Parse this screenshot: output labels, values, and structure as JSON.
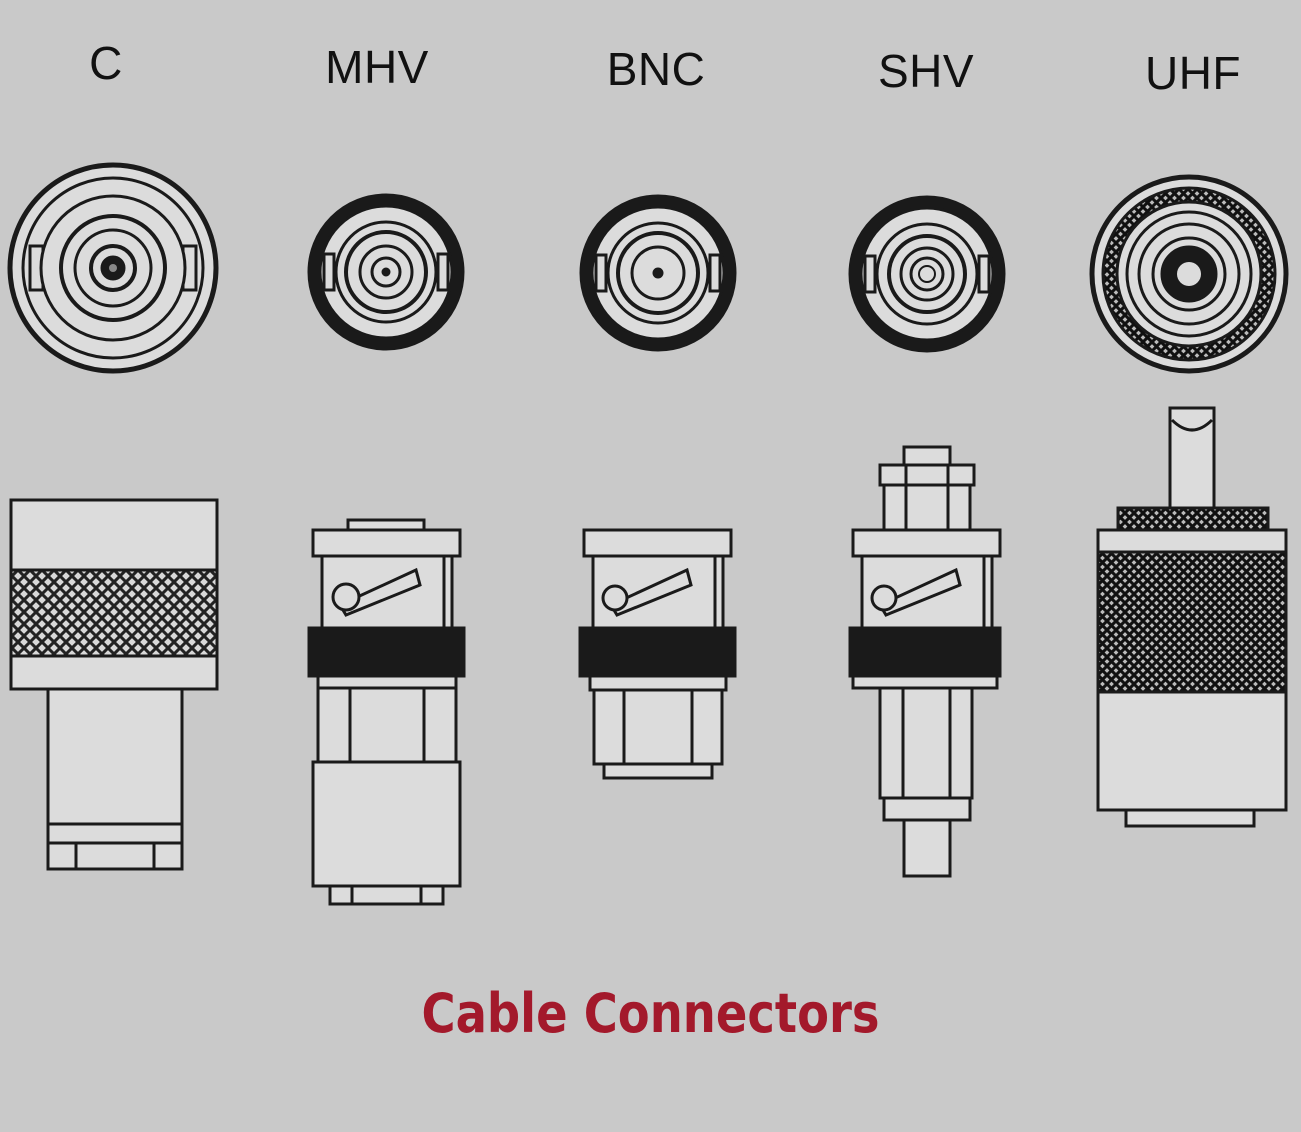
{
  "title": "Cable Connectors",
  "connectors": [
    {
      "label": "C"
    },
    {
      "label": "MHV"
    },
    {
      "label": "BNC"
    },
    {
      "label": "SHV"
    },
    {
      "label": "UHF"
    }
  ],
  "colors": {
    "background": "#c9c9c9",
    "title": "#a3192b",
    "ink": "#1a1a1a",
    "body": "#dcdcdc"
  }
}
